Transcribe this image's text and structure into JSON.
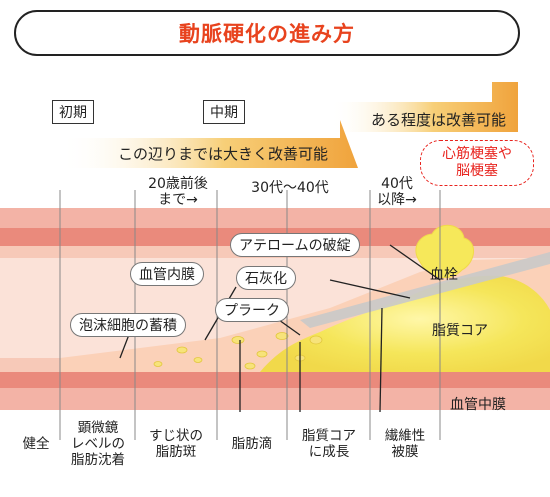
{
  "title": "動脈硬化の進み方",
  "stages": {
    "early": "初期",
    "middle": "中期"
  },
  "improvement": {
    "greatly": "この辺りまでは大きく改善可能",
    "somewhat": "ある程度は改善可能"
  },
  "danger": {
    "line1": "心筋梗塞や",
    "line2": "脳梗塞"
  },
  "timings": [
    {
      "line1": "20歳前後",
      "line2": "まで→"
    },
    {
      "line1": "30代〜40代",
      "line2": ""
    },
    {
      "line1": "40代",
      "line2": "以降→"
    }
  ],
  "callouts": {
    "atheroma_rupture": "アテロームの破綻",
    "intima": "血管内膜",
    "calcification": "石灰化",
    "plaque": "プラーク",
    "foam_cells": "泡沫細胞の蓄積"
  },
  "labels": {
    "thrombus": "血栓",
    "lipid_core": "脂質コア",
    "media": "血管中膜"
  },
  "bottom_labels": [
    {
      "line1": "健全",
      "line2": "",
      "line3": ""
    },
    {
      "line1": "顕微鏡",
      "line2": "レベルの",
      "line3": "脂肪沈着"
    },
    {
      "line1": "すじ状の",
      "line2": "脂肪斑",
      "line3": ""
    },
    {
      "line1": "脂肪滴",
      "line2": "",
      "line3": ""
    },
    {
      "line1": "脂質コア",
      "line2": "に成長",
      "line3": ""
    },
    {
      "line1": "繊維性",
      "line2": "被膜",
      "line3": ""
    }
  ],
  "colors": {
    "title": "#e8431e",
    "vessel_outer": "#f3b3a6",
    "vessel_media": "#ea8a7c",
    "vessel_inner": "#f7c9b8",
    "lumen": "#fbe2d8",
    "fat_yellow": "#f5e65a",
    "arrow_orange": "#f0a33c",
    "danger_red": "#e8231e"
  }
}
